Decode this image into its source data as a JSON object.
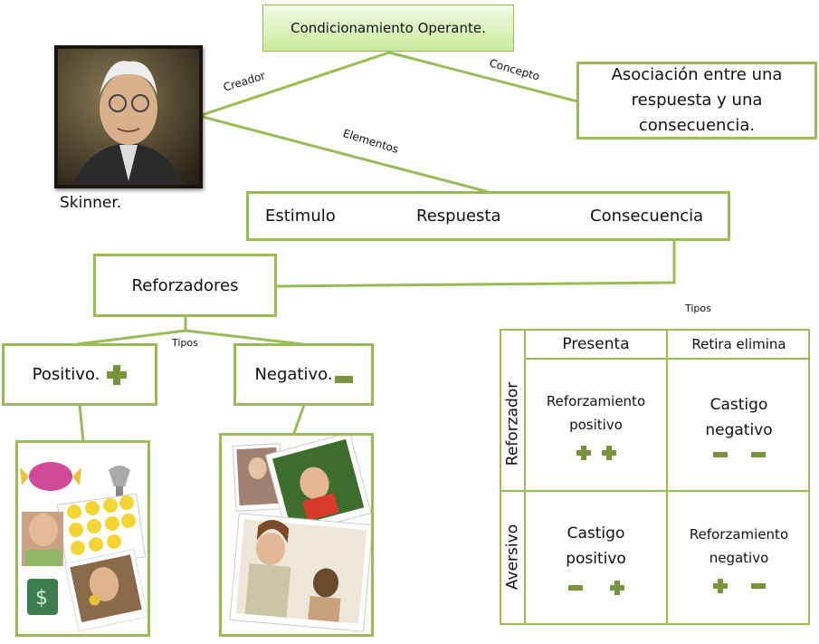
{
  "title": "Condicionamiento Operante.",
  "creator": {
    "name": "Skinner.",
    "link_label": "Creador"
  },
  "concept": {
    "link_label": "Concepto",
    "text": "Asociación entre una respuesta y una consecuencia."
  },
  "elements": {
    "link_label": "Elementos",
    "items": [
      "Estimulo",
      "Respuesta",
      "Consecuencia"
    ]
  },
  "reinforcers": {
    "title": "Reforzadores",
    "types_label": "Tipos",
    "positive": "Positivo.",
    "negative": "Negativo."
  },
  "table": {
    "types_label": "Tipos",
    "col_headers": [
      "Presenta",
      "Retira elimina"
    ],
    "row_headers": [
      "Reforzador",
      "Aversivo"
    ],
    "cells": [
      [
        "Reforzamiento positivo",
        "Castigo negativo"
      ],
      [
        "Castigo positivo",
        "Reforzamiento negativo"
      ]
    ]
  },
  "colors": {
    "accent": "#9bbb59",
    "sign": "#77933c"
  },
  "icons": [
    "plus-icon",
    "minus-icon"
  ]
}
